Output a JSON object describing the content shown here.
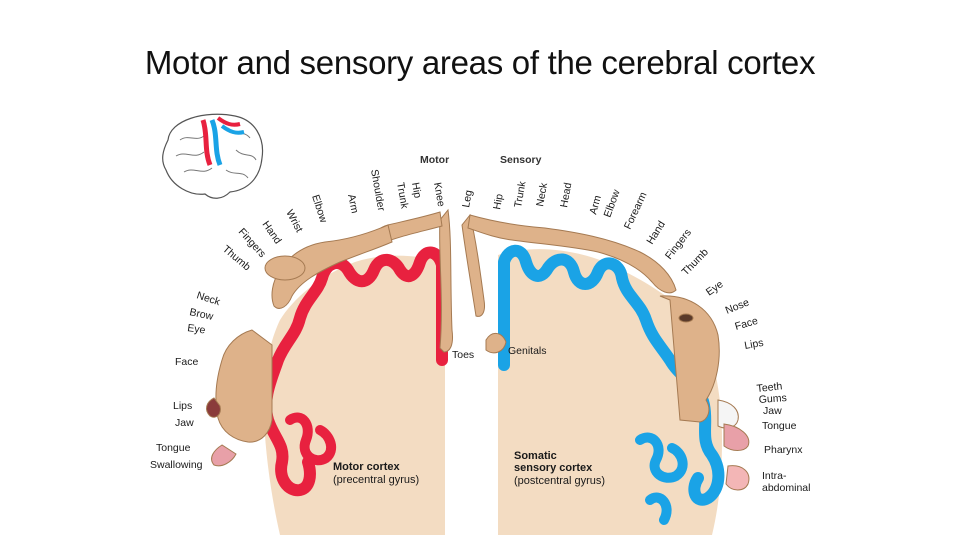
{
  "title": "Motor and sensory areas of the cerebral cortex",
  "headers": {
    "motor": "Motor",
    "sensory": "Sensory"
  },
  "motor_labels": [
    "Toes",
    "Knee",
    "Hip",
    "Trunk",
    "Shoulder",
    "Arm",
    "Elbow",
    "Wrist",
    "Hand",
    "Fingers",
    "Thumb",
    "Neck",
    "Brow",
    "Eye",
    "Face",
    "Lips",
    "Jaw",
    "Tongue",
    "Swallowing"
  ],
  "sensory_labels": [
    "Genitals",
    "Leg",
    "Hip",
    "Trunk",
    "Neck",
    "Head",
    "Arm",
    "Elbow",
    "Forearm",
    "Hand",
    "Fingers",
    "Thumb",
    "Eye",
    "Nose",
    "Face",
    "Lips",
    "Teeth",
    "Gums",
    "Jaw",
    "Tongue",
    "Pharynx",
    "Intra-",
    "abdominal"
  ],
  "motor_cortex": {
    "name": "Motor cortex",
    "sub": "(precentral gyrus)"
  },
  "sensory_cortex": {
    "line1": "Somatic",
    "line2": "sensory cortex",
    "sub": "(postcentral gyrus)"
  },
  "colors": {
    "motor": "#e8213f",
    "sensory": "#1aa3e6",
    "tissue": "#f3dcc2",
    "skin": "#deb28a"
  }
}
